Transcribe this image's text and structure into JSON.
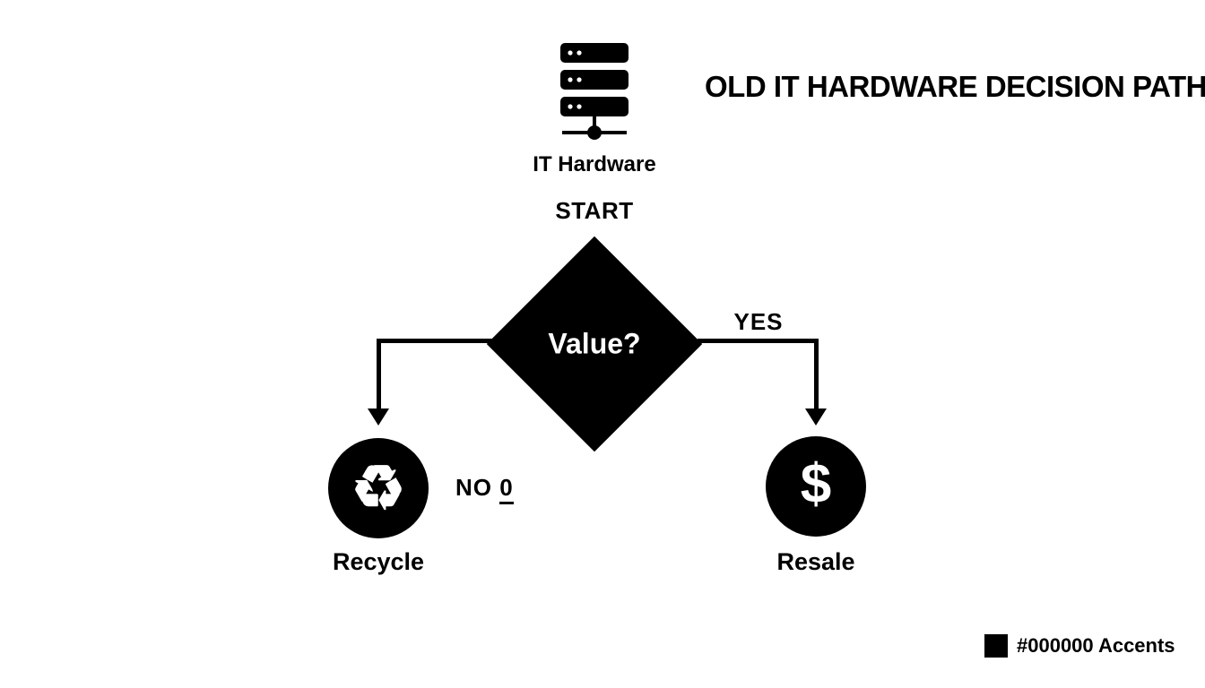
{
  "title": "OLD IT HARDWARE DECISION PATH",
  "start": {
    "icon": "server-icon",
    "hardware_label": "IT Hardware",
    "start_label": "START"
  },
  "decision": {
    "label": "Value?"
  },
  "branches": {
    "yes_label": "YES",
    "no_label": "NO",
    "no_suffix": "0"
  },
  "outcomes": {
    "recycle": {
      "icon": "recycle-icon",
      "glyph": "♻",
      "label": "Recycle"
    },
    "resale": {
      "icon": "dollar-icon",
      "glyph": "$",
      "label": "Resale"
    }
  },
  "legend": {
    "swatch_color": "#000000",
    "label": "#000000 Accents"
  },
  "colors": {
    "accent": "#000000",
    "background": "#ffffff"
  }
}
